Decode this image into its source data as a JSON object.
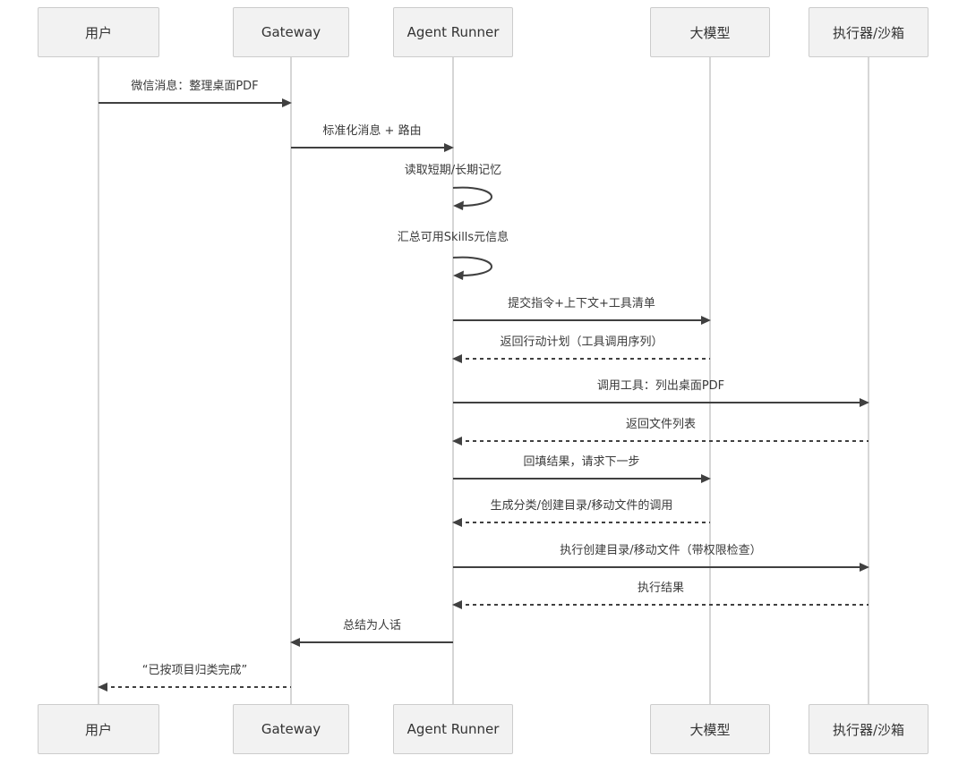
{
  "participants": [
    {
      "label": "用户"
    },
    {
      "label": "Gateway"
    },
    {
      "label": "Agent Runner"
    },
    {
      "label": "大模型"
    },
    {
      "label": "执行器/沙箱"
    }
  ],
  "messages": [
    {
      "label": "微信消息：整理桌面PDF",
      "from": "用户",
      "to": "Gateway",
      "line": "solid"
    },
    {
      "label": "标准化消息 + 路由",
      "from": "Gateway",
      "to": "Agent Runner",
      "line": "solid"
    },
    {
      "label": "读取短期/长期记忆",
      "from": "Agent Runner",
      "to": "Agent Runner",
      "line": "self"
    },
    {
      "label": "汇总可用Skills元信息",
      "from": "Agent Runner",
      "to": "Agent Runner",
      "line": "self"
    },
    {
      "label": "提交指令+上下文+工具清单",
      "from": "Agent Runner",
      "to": "大模型",
      "line": "solid"
    },
    {
      "label": "返回行动计划（工具调用序列）",
      "from": "大模型",
      "to": "Agent Runner",
      "line": "dashed"
    },
    {
      "label": "调用工具：列出桌面PDF",
      "from": "Agent Runner",
      "to": "执行器/沙箱",
      "line": "solid"
    },
    {
      "label": "返回文件列表",
      "from": "执行器/沙箱",
      "to": "Agent Runner",
      "line": "dashed"
    },
    {
      "label": "回填结果，请求下一步",
      "from": "Agent Runner",
      "to": "大模型",
      "line": "solid"
    },
    {
      "label": "生成分类/创建目录/移动文件的调用",
      "from": "大模型",
      "to": "Agent Runner",
      "line": "dashed"
    },
    {
      "label": "执行创建目录/移动文件（带权限检查）",
      "from": "Agent Runner",
      "to": "执行器/沙箱",
      "line": "solid"
    },
    {
      "label": "执行结果",
      "from": "执行器/沙箱",
      "to": "Agent Runner",
      "line": "dashed"
    },
    {
      "label": "总结为人话",
      "from": "Agent Runner",
      "to": "Gateway",
      "line": "solid"
    },
    {
      "label": "“已按项目归类完成”",
      "from": "Gateway",
      "to": "用户",
      "line": "dashed"
    }
  ],
  "colors": {
    "background": "#ffffff",
    "box_fill": "#f2f2f2",
    "box_border": "#cccccc",
    "lifeline": "#d6d6d6",
    "arrow": "#404040",
    "text": "#333333"
  }
}
